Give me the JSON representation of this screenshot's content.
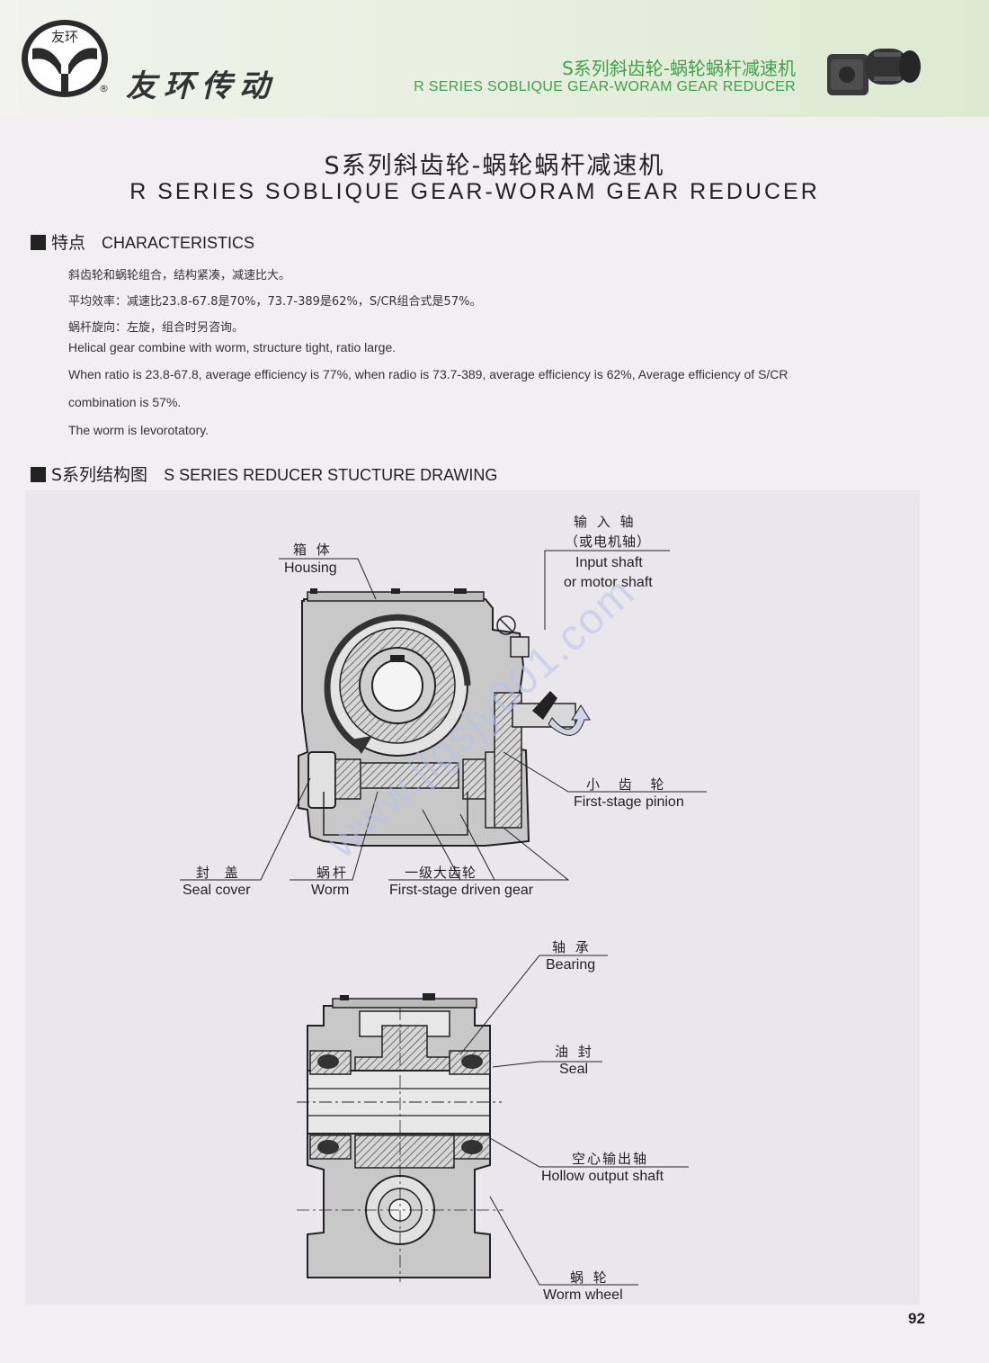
{
  "header": {
    "logo_text": "友环",
    "registered_mark": "®",
    "company_name": "友环传动",
    "title_cn": "S系列斜齿轮-蜗轮蜗杆减速机",
    "title_en": "R SERIES SOBLIQUE GEAR-WORAM GEAR REDUCER"
  },
  "main": {
    "title_cn": "S系列斜齿轮-蜗轮蜗杆减速机",
    "title_en": "R SERIES SOBLIQUE GEAR-WORAM GEAR REDUCER"
  },
  "characteristics": {
    "heading_cn": "特点",
    "heading_en": "CHARACTERISTICS",
    "lines": [
      "斜齿轮和蜗轮组合，结构紧凑，减速比大。",
      "平均效率：减速比23.8-67.8是70%，73.7-389是62%，S/CR组合式是57%。",
      "蜗杆旋向：左旋，组合时另咨询。",
      "Helical gear combine with worm, structure tight, ratio large.",
      "When ratio is 23.8-67.8, average efficiency is 77%, when radio is 73.7-389, average efficiency is 62%, Average efficiency of S/CR",
      "combination is 57%.",
      "The worm is levorotatory."
    ]
  },
  "structure": {
    "heading_cn": "S系列结构图",
    "heading_en": "S SERIES REDUCER STUCTURE DRAWING",
    "labels": {
      "housing_cn": "箱 体",
      "housing_en": "Housing",
      "input_cn": "输 入 轴",
      "input_cn2": "（或电机轴）",
      "input_en1": "Input shaft",
      "input_en2": "or motor shaft",
      "pinion_cn": "小  齿  轮",
      "pinion_en": "First-stage pinion",
      "seal_cover_cn": "封  盖",
      "seal_cover_en": "Seal cover",
      "worm_cn": "蜗杆",
      "worm_en": "Worm",
      "driven_gear_cn": "一级大齿轮",
      "driven_gear_en": "First-stage driven gear",
      "bearing_cn": "轴 承",
      "bearing_en": "Bearing",
      "seal_cn": "油 封",
      "seal_en": "Seal",
      "hollow_cn": "空心输出轴",
      "hollow_en": "Hollow output shaft",
      "wheel_cn": "蜗 轮",
      "wheel_en": "Worm wheel"
    }
  },
  "watermark": "www.jlgsjy001.com",
  "page_number": "92"
}
